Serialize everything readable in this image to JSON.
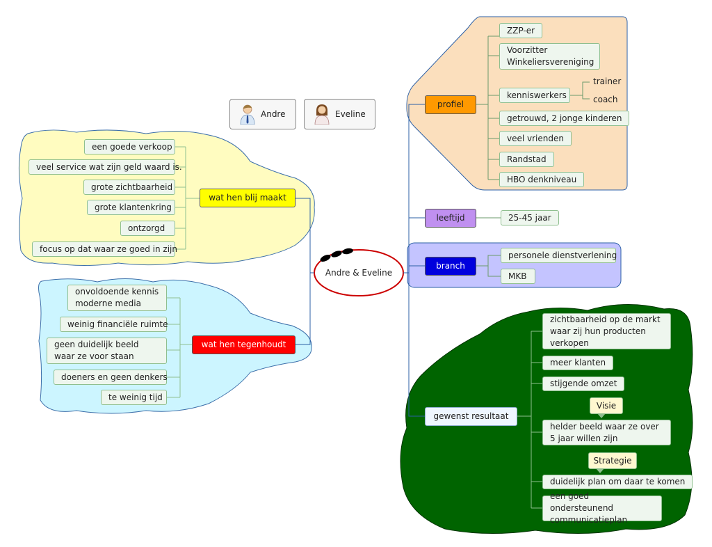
{
  "central": {
    "title": "Andre & Eveline"
  },
  "people": [
    {
      "name": "Andre",
      "icon": "man-avatar-icon"
    },
    {
      "name": "Eveline",
      "icon": "woman-avatar-icon"
    }
  ],
  "branches": {
    "profiel": {
      "label": "profiel",
      "color": "#ff9900",
      "items": [
        "ZZP-er",
        "Voorzitter Winkeliersvereniging",
        "kenniswerkers",
        "getrouwd, 2 jonge kinderen",
        "veel vrienden",
        "Randstad",
        "HBO denkniveau"
      ],
      "kenniswerkers_sub": [
        "trainer",
        "coach"
      ]
    },
    "leeftijd": {
      "label": "leeftijd",
      "color": "#c090f0",
      "items": [
        "25-45 jaar"
      ]
    },
    "branch": {
      "label": "branch",
      "color": "#0000dd",
      "items": [
        "personele dienstverlening",
        "MKB"
      ]
    },
    "gewenst_resultaat": {
      "label": "gewenst resultaat",
      "items": [
        "zichtbaarheid op de markt waar zij hun producten verkopen",
        "meer klanten",
        "stijgende omzet",
        "helder beeld waar ze over 5 jaar willen zijn",
        "duidelijk plan om daar te komen",
        "een goed ondersteunend communicatieplan"
      ],
      "callouts": [
        "Visie",
        "Strategie"
      ]
    },
    "blij": {
      "label": "wat hen blij maakt",
      "color": "#ffff00",
      "items": [
        "een goede verkoop",
        "veel service wat zijn geld waard is.",
        "grote zichtbaarheid",
        "grote klantenkring",
        "ontzorgd",
        "focus op dat waar ze goed in zijn"
      ]
    },
    "tegenhoudt": {
      "label": "wat hen tegenhoudt",
      "color": "#ff0000",
      "items": [
        "onvoldoende kennis moderne media",
        "weinig financiële ruimte",
        "geen duidelijk beeld waar ze voor staan",
        "doeners en geen denkers",
        "te weinig tijd"
      ]
    }
  }
}
